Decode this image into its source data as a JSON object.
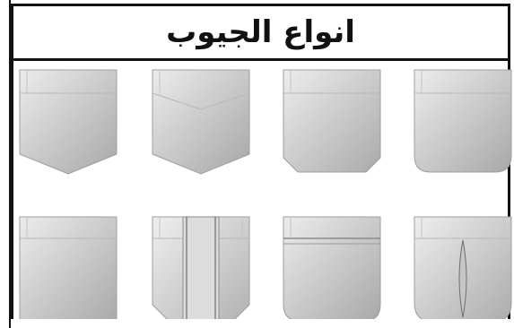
{
  "title": "انواع الجيوب",
  "pockets": [
    {
      "shape": "pointed-bottom"
    },
    {
      "shape": "pointed-bottom-with-v-flap"
    },
    {
      "shape": "chamfered-corners"
    },
    {
      "shape": "rounded-corners"
    },
    {
      "shape": "square-bottom"
    },
    {
      "shape": "box-pleat-chamfered"
    },
    {
      "shape": "rounded-with-band"
    },
    {
      "shape": "rounded-with-slit"
    }
  ],
  "colors": {
    "pocket_fill_light": "#e9e9e9",
    "pocket_fill_dark": "#a9a9a9",
    "stitch": "#b5b5b5",
    "border": "#111111"
  }
}
